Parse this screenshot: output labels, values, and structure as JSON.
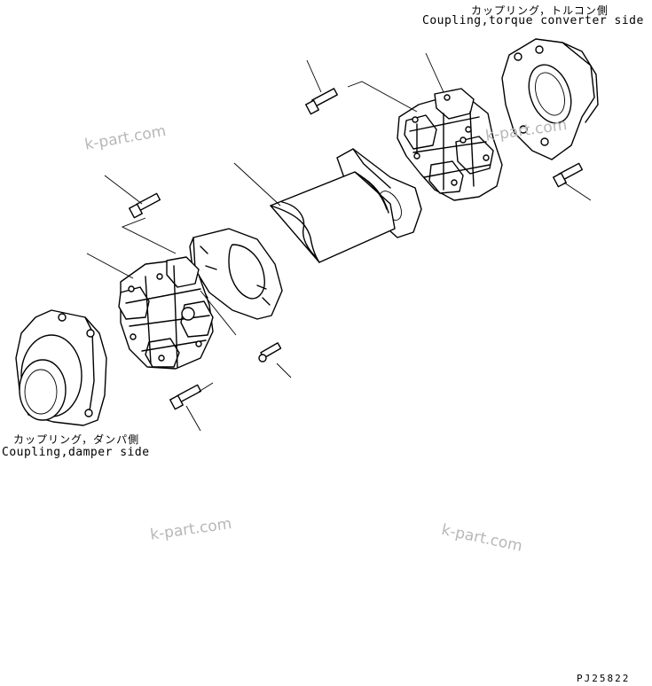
{
  "labels": {
    "torque_side_jp": "カップリング，トルコン側",
    "torque_side_en": "Coupling,torque converter side",
    "damper_side_jp": "カップリング，ダンパ側",
    "damper_side_en": "Coupling,damper side",
    "figure_code": "PJ25822"
  },
  "watermarks": [
    "k-part.com",
    "k-part.com",
    "k-part.com",
    "k-part.com"
  ],
  "colors": {
    "ink": "#000000",
    "watermark": "#b7b7b7",
    "background": "#ffffff"
  },
  "parts": [
    {
      "name": "bolt-icon",
      "position": "top-center"
    },
    {
      "name": "spider-coupling-icon",
      "position": "top-right"
    },
    {
      "name": "flange-torque-converter-icon",
      "position": "top-right"
    },
    {
      "name": "bolt-icon",
      "position": "right"
    },
    {
      "name": "drive-shaft-icon",
      "position": "center"
    },
    {
      "name": "bolt-icon",
      "position": "left"
    },
    {
      "name": "spider-coupling-icon",
      "position": "left"
    },
    {
      "name": "flange-damper-icon",
      "position": "bottom-left"
    },
    {
      "name": "grease-fitting-icon",
      "position": "center"
    },
    {
      "name": "bolt-icon",
      "position": "bottom-left"
    }
  ]
}
